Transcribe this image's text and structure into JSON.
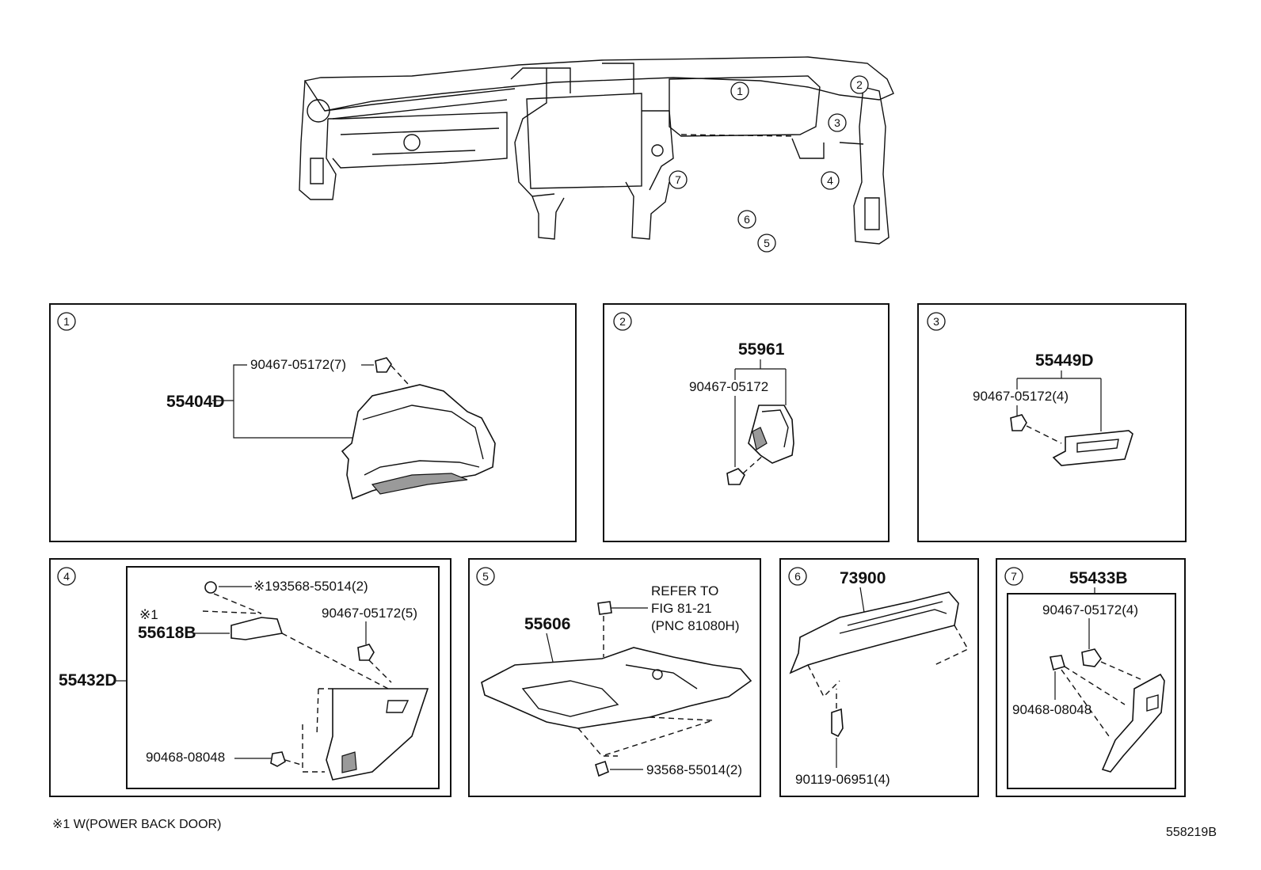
{
  "overview": {
    "callouts": [
      "1",
      "2",
      "3",
      "4",
      "5",
      "6",
      "7"
    ]
  },
  "panel1": {
    "index": "1",
    "labels": {
      "clip": "90467-05172(7)",
      "main": "55404D"
    }
  },
  "panel2": {
    "index": "2",
    "labels": {
      "main": "55961",
      "clip": "90467-05172"
    }
  },
  "panel3": {
    "index": "3",
    "labels": {
      "main": "55449D",
      "clip": "90467-05172(4)"
    }
  },
  "panel4": {
    "index": "4",
    "labels": {
      "screw": "※193568-55014(2)",
      "mark": "※1",
      "bracket": "55618B",
      "clip": "90467-05172(5)",
      "main": "55432D",
      "clip2": "90468-08048"
    }
  },
  "panel5": {
    "index": "5",
    "labels": {
      "refer1": "REFER TO",
      "refer2": "FIG 81-21",
      "refer3": "(PNC 81080H)",
      "main": "55606",
      "screw": "93568-55014(2)"
    }
  },
  "panel6": {
    "index": "6",
    "labels": {
      "main": "73900",
      "bolt": "90119-06951(4)"
    }
  },
  "panel7": {
    "index": "7",
    "labels": {
      "main": "55433B",
      "clip": "90467-05172(4)",
      "clip2": "90468-08048"
    }
  },
  "footer": {
    "note": "※1 W(POWER BACK DOOR)",
    "diagram_id": "558219B"
  }
}
